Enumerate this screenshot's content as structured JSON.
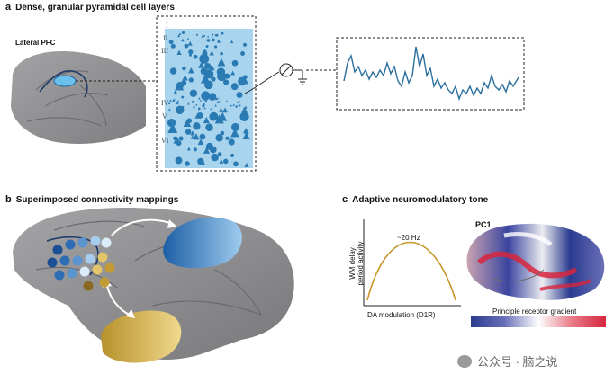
{
  "panel_a": {
    "letter": "a",
    "title": "Dense, granular pyramidal cell layers",
    "region_label": "Lateral PFC",
    "layers": [
      "I",
      "II",
      "III",
      "IV",
      "V",
      "VI"
    ]
  },
  "panel_b": {
    "letter": "b",
    "title": "Superimposed connectivity mappings"
  },
  "panel_c": {
    "letter": "c",
    "title": "Adaptive neuromodulatory tone",
    "peak_label": "~20 Hz",
    "ylabel": "WM delay\nperiod activity",
    "xlabel": "DA modulation (D1R)",
    "pc_label": "PC1",
    "gradient_label": "Principle receptor gradient",
    "gradient_colors": [
      "#2a3b8f",
      "#ffffff",
      "#d7263d"
    ]
  },
  "watermark": {
    "text": "公众号 · 脑之说"
  },
  "colors": {
    "layer_bg": "#a9d4ee",
    "cell": "#2a7ab4",
    "trace": "#2b6f9e",
    "curve": "#c8962a",
    "brain": "#8e8e90"
  }
}
